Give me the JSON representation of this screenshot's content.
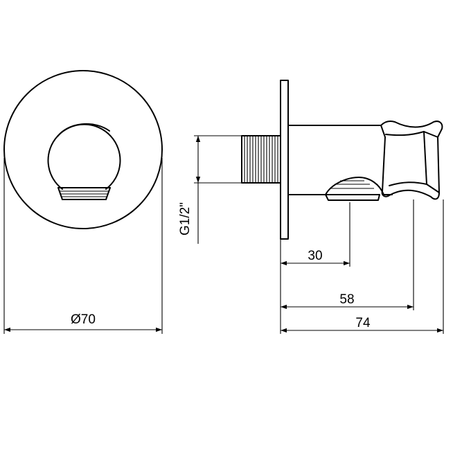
{
  "drawing": {
    "dimensions": {
      "diameter": "Ø70",
      "thread": "G1/2\"",
      "outlet_depth": "30",
      "holder_depth": "58",
      "total_depth": "74"
    }
  }
}
